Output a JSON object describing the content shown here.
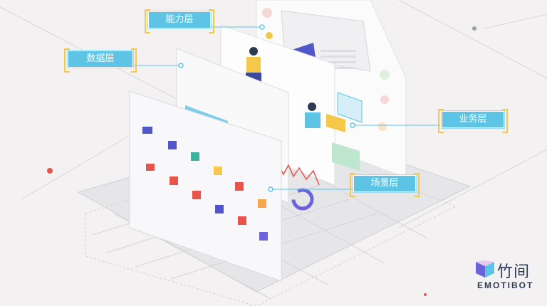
{
  "layers": {
    "capability": {
      "label": "能力层"
    },
    "data": {
      "label": "数据层"
    },
    "business": {
      "label": "业务层"
    },
    "scenario": {
      "label": "场景层"
    }
  },
  "brand": {
    "name_cn": "竹间",
    "name_en": "EMOTIBOT",
    "colors": {
      "callout": "#5dc4e6",
      "bracket": "#f5c84a",
      "accent_red": "#e8534a",
      "accent_purple": "#6b63d9"
    }
  }
}
